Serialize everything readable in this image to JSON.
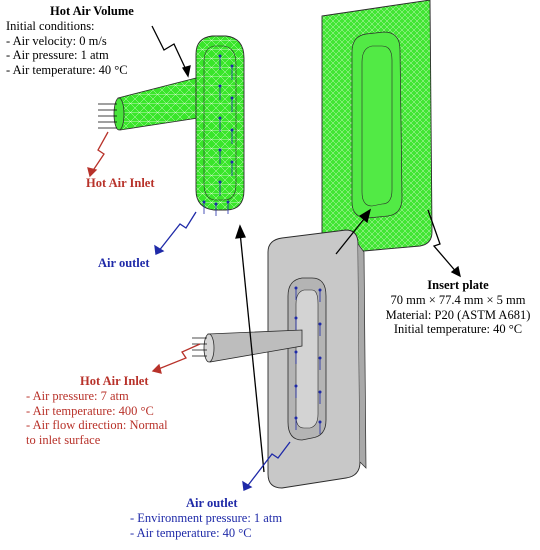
{
  "labels": {
    "hot_air_volume": {
      "title": "Hot Air Volume",
      "subtitle": "Initial conditions:",
      "items": [
        "- Air velocity: 0 m/s",
        "- Air pressure: 1 atm",
        "- Air temperature: 40 °C"
      ]
    },
    "hot_air_inlet_top": {
      "title": "Hot Air Inlet"
    },
    "air_outlet_top": {
      "title": "Air outlet"
    },
    "insert_plate": {
      "title": "Insert plate",
      "items": [
        "70 mm × 77.4 mm × 5 mm",
        "Material: P20 (ASTM A681)",
        "Initial temperature: 40 °C"
      ]
    },
    "hot_air_inlet_bottom": {
      "title": "Hot Air Inlet",
      "items": [
        "- Air pressure: 7 atm",
        "- Air temperature: 400 °C",
        "- Air flow direction: Normal",
        "to inlet surface"
      ]
    },
    "air_outlet_bottom": {
      "title": "Air outlet",
      "items": [
        "- Environment pressure: 1 atm",
        "- Air temperature: 40 °C"
      ]
    }
  },
  "colors": {
    "mesh_green": "#39e62a",
    "mesh_line": "#d8f7d0",
    "gray_body": "#c8c8c8",
    "gray_edge": "#6b6b6b",
    "outline": "#2b2b2b",
    "inlet_red": "#b8322a",
    "outlet_blue": "#1f2aa8",
    "arrow_black": "#000000"
  }
}
